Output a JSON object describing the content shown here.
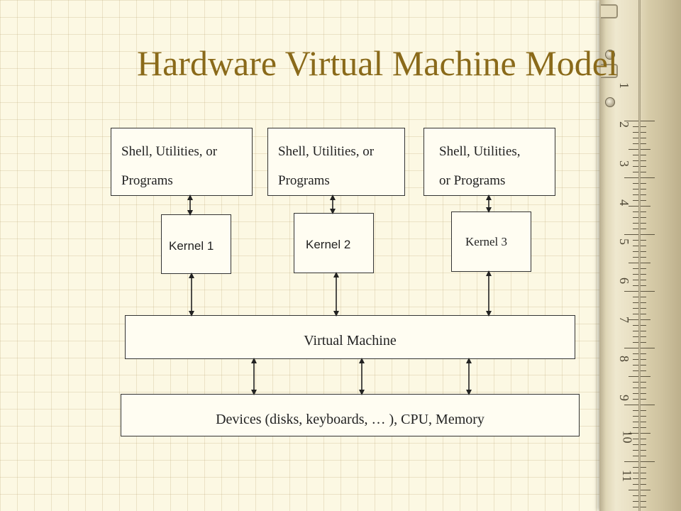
{
  "title": "Hardware Virtual Machine Model",
  "shells": [
    {
      "line1": "Shell, Utilities, or",
      "line2": "Programs"
    },
    {
      "line1": "Shell, Utilities, or",
      "line2": "Programs"
    },
    {
      "line1": "Shell, Utilities,",
      "line2": "or Programs"
    }
  ],
  "kernels": [
    "Kernel 1",
    "Kernel 2",
    "Kernel 3"
  ],
  "virtual_machine": "Virtual Machine",
  "devices": "Devices (disks, keyboards, … ), CPU, Memory",
  "ruler_numbers": [
    "1",
    "2",
    "3",
    "4",
    "5",
    "6",
    "7",
    "8",
    "9",
    "10",
    "11"
  ],
  "colors": {
    "title": "#8a6a1a",
    "background": "#fcf8e3"
  }
}
